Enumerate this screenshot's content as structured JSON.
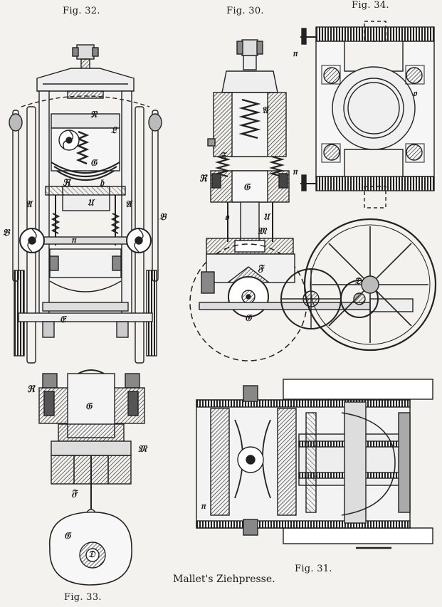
{
  "figures": {
    "fig32": "Fig. 32.",
    "fig30": "Fig. 30.",
    "fig34": "Fig. 34.",
    "fig33": "Fig. 33.",
    "fig31": "Fig. 31."
  },
  "caption": "Mallet's Ziehpresse.",
  "letters": {
    "fig32": [
      "𝔑",
      "𝔏",
      "𝔊",
      "ℜ",
      "𝔥",
      "𝔘",
      "𝔄",
      "𝔄",
      "𝔅",
      "𝔅",
      "𝔫",
      "𝔈"
    ],
    "fig30": [
      "𝔄",
      "𝔖",
      "ℜ",
      "𝔊",
      "𝔬",
      "𝔘",
      "𝔐",
      "𝔉",
      "𝔊",
      "𝔇"
    ],
    "fig34": [
      "𝔫",
      "𝔫",
      "𝔬"
    ],
    "fig33": [
      "ℜ",
      "𝔊",
      "𝔐",
      "𝔉",
      "𝔊",
      "𝔇"
    ],
    "fig31": [
      "𝔫"
    ]
  }
}
